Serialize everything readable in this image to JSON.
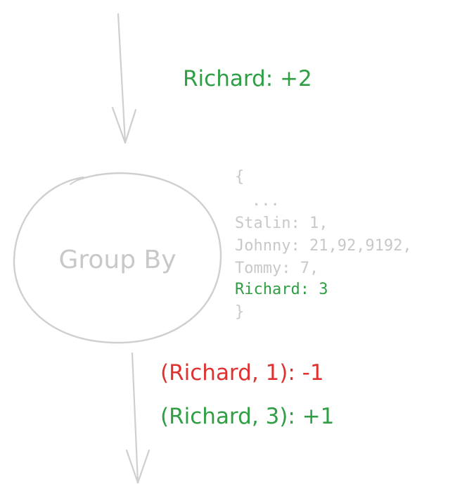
{
  "input_label": "Richard: +2",
  "node": {
    "label": "Group By"
  },
  "state": {
    "open_brace": "{",
    "ellipsis": "...",
    "lines": [
      "Stalin: 1,",
      "Johnny: 21,92,9192,",
      "Tommy: 7,"
    ],
    "highlight_line": "Richard: 3",
    "close_brace": "}"
  },
  "outputs": {
    "retraction": "(Richard, 1): -1",
    "insertion": "(Richard, 3): +1"
  },
  "colors": {
    "green": "#2f9e44",
    "red": "#e03131",
    "gray": "#c8c8c8",
    "stroke": "#cfcfcf"
  }
}
